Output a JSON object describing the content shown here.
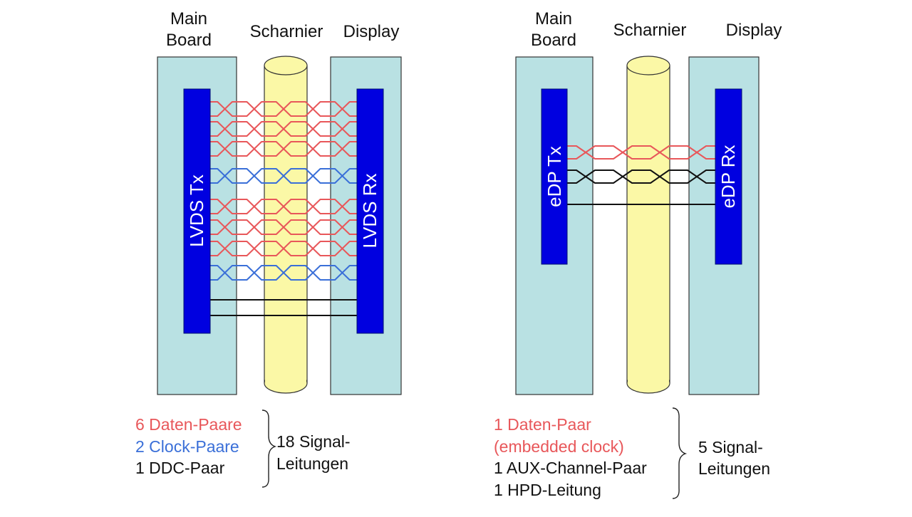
{
  "colors": {
    "board": "#b9e1e3",
    "hinge": "#fbf8a6",
    "chip": "#0000e0",
    "data_pair": "#e8575a",
    "clock_pair": "#3a6fd8",
    "plain_line": "#111111"
  },
  "lvds": {
    "header_main_line1": "Main",
    "header_main_line2": "Board",
    "header_hinge": "Scharnier",
    "header_display": "Display",
    "tx_label": "LVDS Tx",
    "rx_label": "LVDS Rx",
    "data_pairs": 6,
    "clock_pairs": 2,
    "ddc_pairs": 1,
    "legend": {
      "data": "6 Daten-Paare",
      "clock": "2 Clock-Paare",
      "ddc": "1 DDC-Paar",
      "total_line1": "18 Signal-",
      "total_line2": "Leitungen"
    }
  },
  "edp": {
    "header_main_line1": "Main",
    "header_main_line2": "Board",
    "header_hinge": "Scharnier",
    "header_display": "Display",
    "tx_label": "eDP Tx",
    "rx_label": "eDP Rx",
    "data_pairs": 1,
    "aux_pairs": 1,
    "hpd_lines": 1,
    "legend": {
      "data_line1": "1 Daten-Paar",
      "data_line2": "(embedded clock)",
      "aux": "1 AUX-Channel-Paar",
      "hpd": "1 HPD-Leitung",
      "total_line1": "5 Signal-",
      "total_line2": "Leitungen"
    }
  }
}
